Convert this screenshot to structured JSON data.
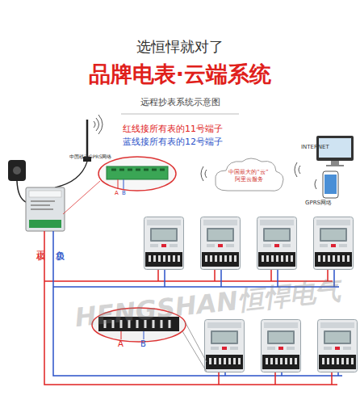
{
  "diagram": {
    "title": "品牌电表·云端系统",
    "nodes": [
      {
        "text": [
          "中国最大的“云” 阿里云服务"
        ]
      }
    ],
    "labels": [
      "选恒悍就对了",
      "远程抄表系统示意图",
      "红线接所有表的11号端子",
      "蓝线接所有表的12号端子",
      "中国移动GPRS网络",
      "INTERNET",
      "GPRS网络",
      "A",
      "B",
      "正极",
      "负极",
      "A",
      "B",
      "HENGSHAN恒悍电气"
    ]
  }
}
